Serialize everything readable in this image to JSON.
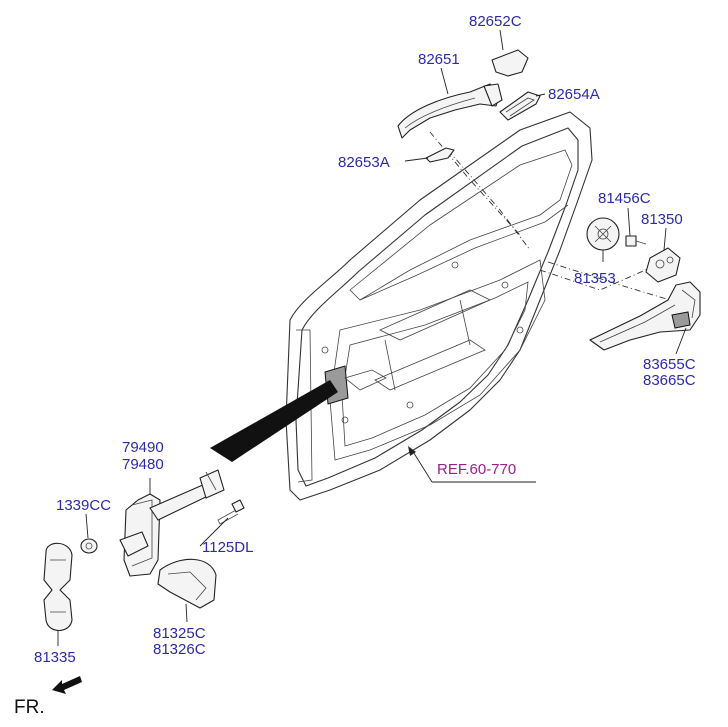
{
  "labels": {
    "p82652c": "82652C",
    "p82651": "82651",
    "p82654a": "82654A",
    "p82653a": "82653A",
    "p81456c": "81456C",
    "p81350": "81350",
    "p81353": "81353",
    "p83655c": "83655C",
    "p83665c": "83665C",
    "p79490": "79490",
    "p79480": "79480",
    "p1339cc": "1339CC",
    "p1125dl": "1125DL",
    "p81325c": "81325C",
    "p81326c": "81326C",
    "p81335": "81335",
    "ref": "REF.60-770",
    "fr": "FR."
  },
  "colors": {
    "part_number": "#2b2ba8",
    "reference": "#9b1f8a",
    "line": "#222222"
  }
}
